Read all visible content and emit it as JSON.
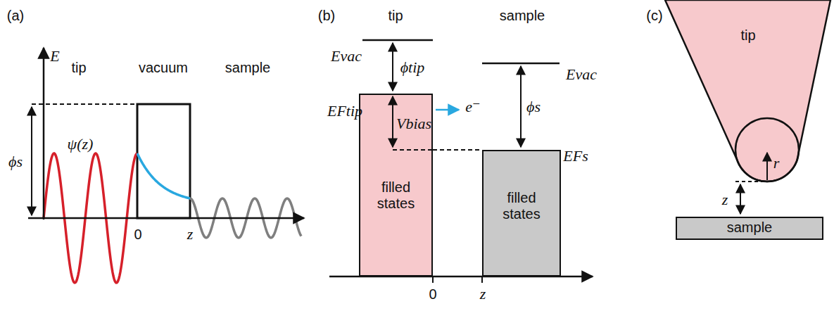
{
  "diagram": {
    "nodes": [
      {
        "text": [
          "filled states"
        ]
      },
      {
        "text": [
          "filled states"
        ]
      },
      {
        "text": [
          "tip"
        ]
      },
      {
        "text": [
          "sample"
        ]
      }
    ],
    "labels": [
      "(a)",
      "E",
      "tip",
      "vacuum",
      "sample",
      "ϕs",
      "ψ(z)",
      "0",
      "z",
      "(b)",
      "tip",
      "sample",
      "Evac",
      "ϕtip",
      "EFtip",
      "Vbias",
      "e⁻",
      "Evac",
      "ϕs",
      "EFs",
      "0",
      "z",
      "(c)",
      "r",
      "z"
    ]
  }
}
